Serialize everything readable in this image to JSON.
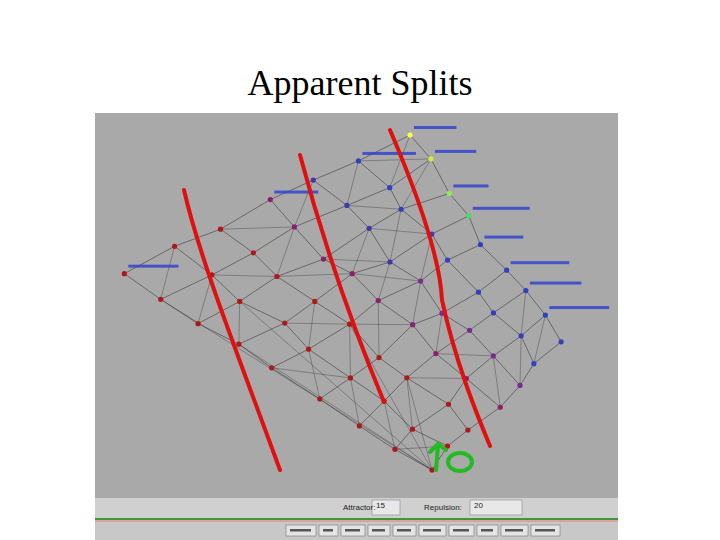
{
  "diagram": {
    "title": "Apparent Splits",
    "labels": [
      "Attractor:",
      "15",
      "Repulsion:",
      "20"
    ]
  }
}
